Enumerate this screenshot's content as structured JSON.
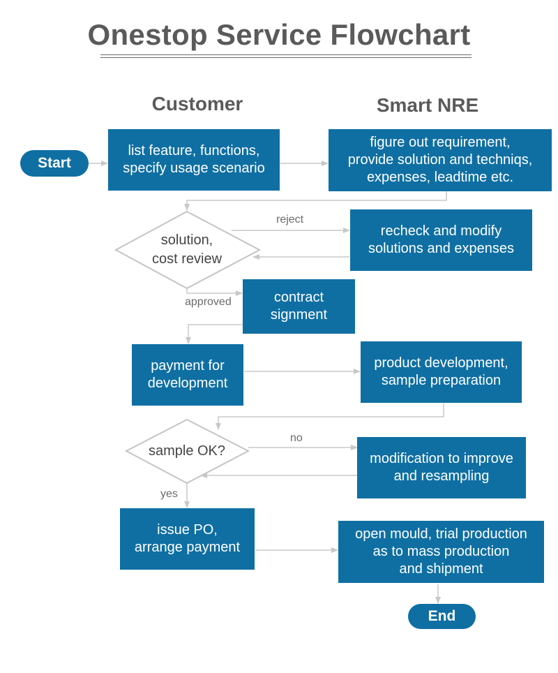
{
  "title": "Onestop Service Flowchart",
  "columns": {
    "customer": "Customer",
    "vendor": "Smart NRE"
  },
  "terminals": {
    "start": "Start",
    "end": "End"
  },
  "steps": {
    "list_features": "list feature, functions,\nspecify usage scenario",
    "figure_out": "figure out requirement,\nprovide solution and techniqs,\nexpenses, leadtime etc.",
    "recheck": "recheck and modify\nsolutions and expenses",
    "contract": "contract\nsignment",
    "payment_dev": "payment for\ndevelopment",
    "product_dev": "product development,\nsample preparation",
    "modification": "modification to improve\nand resampling",
    "issue_po": "issue PO,\narrange payment",
    "open_mould": "open mould, trial production\nas to mass production\nand shipment"
  },
  "decisions": {
    "review": "solution,\ncost review",
    "sample": "sample OK?"
  },
  "edge_labels": {
    "reject": "reject",
    "approved": "approved",
    "no": "no",
    "yes": "yes"
  },
  "colors": {
    "box": "#0f6fa3",
    "line": "#c8c8c8",
    "diamond_stroke": "#c4c4c4",
    "title": "#5a5a5a"
  }
}
